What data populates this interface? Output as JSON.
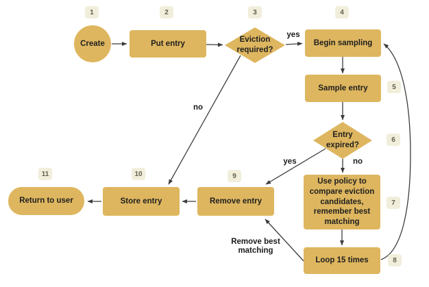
{
  "diagram": {
    "type": "flowchart",
    "colors": {
      "node_fill": "#deb65f",
      "node_text": "#1f1f1f",
      "badge_bg": "#f1eedb",
      "badge_text": "#60604e",
      "edge": "#3c3c3c"
    },
    "nodes": [
      {
        "badge": "1",
        "label": "Create",
        "shape": "circle"
      },
      {
        "badge": "2",
        "label": "Put entry",
        "shape": "rect"
      },
      {
        "badge": "3",
        "label": "Eviction required?",
        "shape": "diamond"
      },
      {
        "badge": "4",
        "label": "Begin sampling",
        "shape": "rect"
      },
      {
        "badge": "5",
        "label": "Sample entry",
        "shape": "rect"
      },
      {
        "badge": "6",
        "label": "Entry expired?",
        "shape": "diamond"
      },
      {
        "badge": "7",
        "label": "Use policy to compare eviction candidates, remember best matching",
        "shape": "rect"
      },
      {
        "badge": "8",
        "label": "Loop 15 times",
        "shape": "rect"
      },
      {
        "badge": "9",
        "label": "Remove entry",
        "shape": "rect"
      },
      {
        "badge": "10",
        "label": "Store entry",
        "shape": "rect"
      },
      {
        "badge": "11",
        "label": "Return to user",
        "shape": "stadium"
      }
    ],
    "edges": [
      {
        "from": "Create",
        "to": "Put entry",
        "label": ""
      },
      {
        "from": "Put entry",
        "to": "Eviction required?",
        "label": ""
      },
      {
        "from": "Eviction required?",
        "to": "Begin sampling",
        "label": "yes"
      },
      {
        "from": "Begin sampling",
        "to": "Sample entry",
        "label": ""
      },
      {
        "from": "Sample entry",
        "to": "Entry expired?",
        "label": ""
      },
      {
        "from": "Entry expired?",
        "to": "Use policy to compare eviction candidates, remember best matching",
        "label": "no"
      },
      {
        "from": "Use policy to compare eviction candidates, remember best matching",
        "to": "Loop 15 times",
        "label": ""
      },
      {
        "from": "Entry expired?",
        "to": "Remove entry",
        "label": "yes"
      },
      {
        "from": "Loop 15 times",
        "to": "Remove entry",
        "label": "Remove best\nmatching"
      },
      {
        "from": "Loop 15 times",
        "to": "Begin sampling",
        "label": ""
      },
      {
        "from": "Eviction required?",
        "to": "Store entry",
        "label": "no"
      },
      {
        "from": "Remove entry",
        "to": "Store entry",
        "label": ""
      },
      {
        "from": "Store entry",
        "to": "Return to user",
        "label": ""
      }
    ]
  }
}
